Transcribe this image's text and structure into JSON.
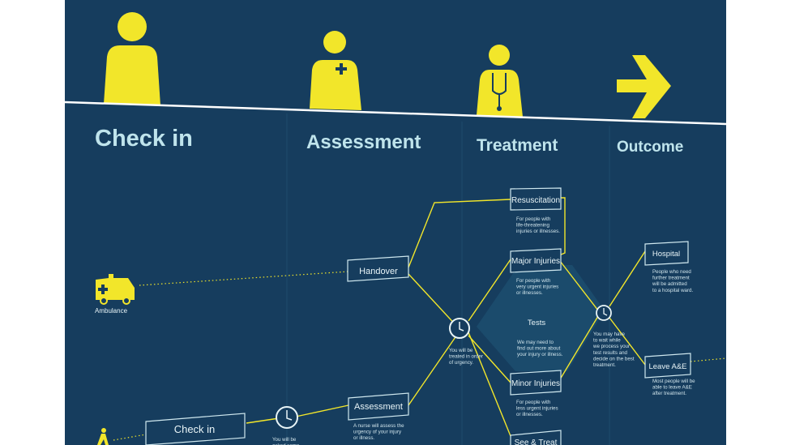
{
  "stages": {
    "check_in": "Check in",
    "assessment": "Assessment",
    "treatment": "Treatment",
    "outcome": "Outcome"
  },
  "icons": {
    "person": "person-icon",
    "nurse": "nurse-icon",
    "doctor": "doctor-icon",
    "arrow": "arrow-right-icon",
    "ambulance": "ambulance-icon",
    "walker": "walking-person-icon",
    "clock": "clock-icon"
  },
  "entries": {
    "ambulance_label": "Ambulance"
  },
  "nodes": {
    "handover": "Handover",
    "check_in": "Check in",
    "assessment": "Assessment",
    "resuscitation": "Resuscitation",
    "major_injuries": "Major Injuries",
    "minor_injuries": "Minor Injuries",
    "see_treat": "See & Treat",
    "tests": "Tests",
    "hospital": "Hospital",
    "leave_ae": "Leave A&E"
  },
  "descriptions": {
    "resuscitation": [
      "For people with",
      "life-threatening",
      "injuries or illnesses."
    ],
    "major_injuries": [
      "For people with",
      "very urgent injuries",
      "or illnesses."
    ],
    "minor_injuries": [
      "For people with",
      "less urgent injuries",
      "or illnesses."
    ],
    "tests": [
      "We may need to",
      "find out more about",
      "your injury or illness."
    ],
    "clock_triage": [
      "You will be",
      "treated in order",
      "of urgency."
    ],
    "clock_outcome": [
      "You may have",
      "to wait while",
      "we process your",
      "test results and",
      "decide on the best",
      "treatment."
    ],
    "hospital": [
      "People who need",
      "further treatment",
      "will be admitted",
      "to a hospital ward."
    ],
    "leave_ae": [
      "Most people will be",
      "able to leave A&E",
      "after treatment."
    ],
    "assessment": [
      "A nurse will assess the",
      "urgency of your injury",
      "or illness."
    ],
    "clock_checkin": [
      "You will be",
      "asked some..."
    ]
  },
  "colors": {
    "background": "#163d5e",
    "accent": "#f2e62a",
    "stage_text": "#bfe4ec"
  }
}
